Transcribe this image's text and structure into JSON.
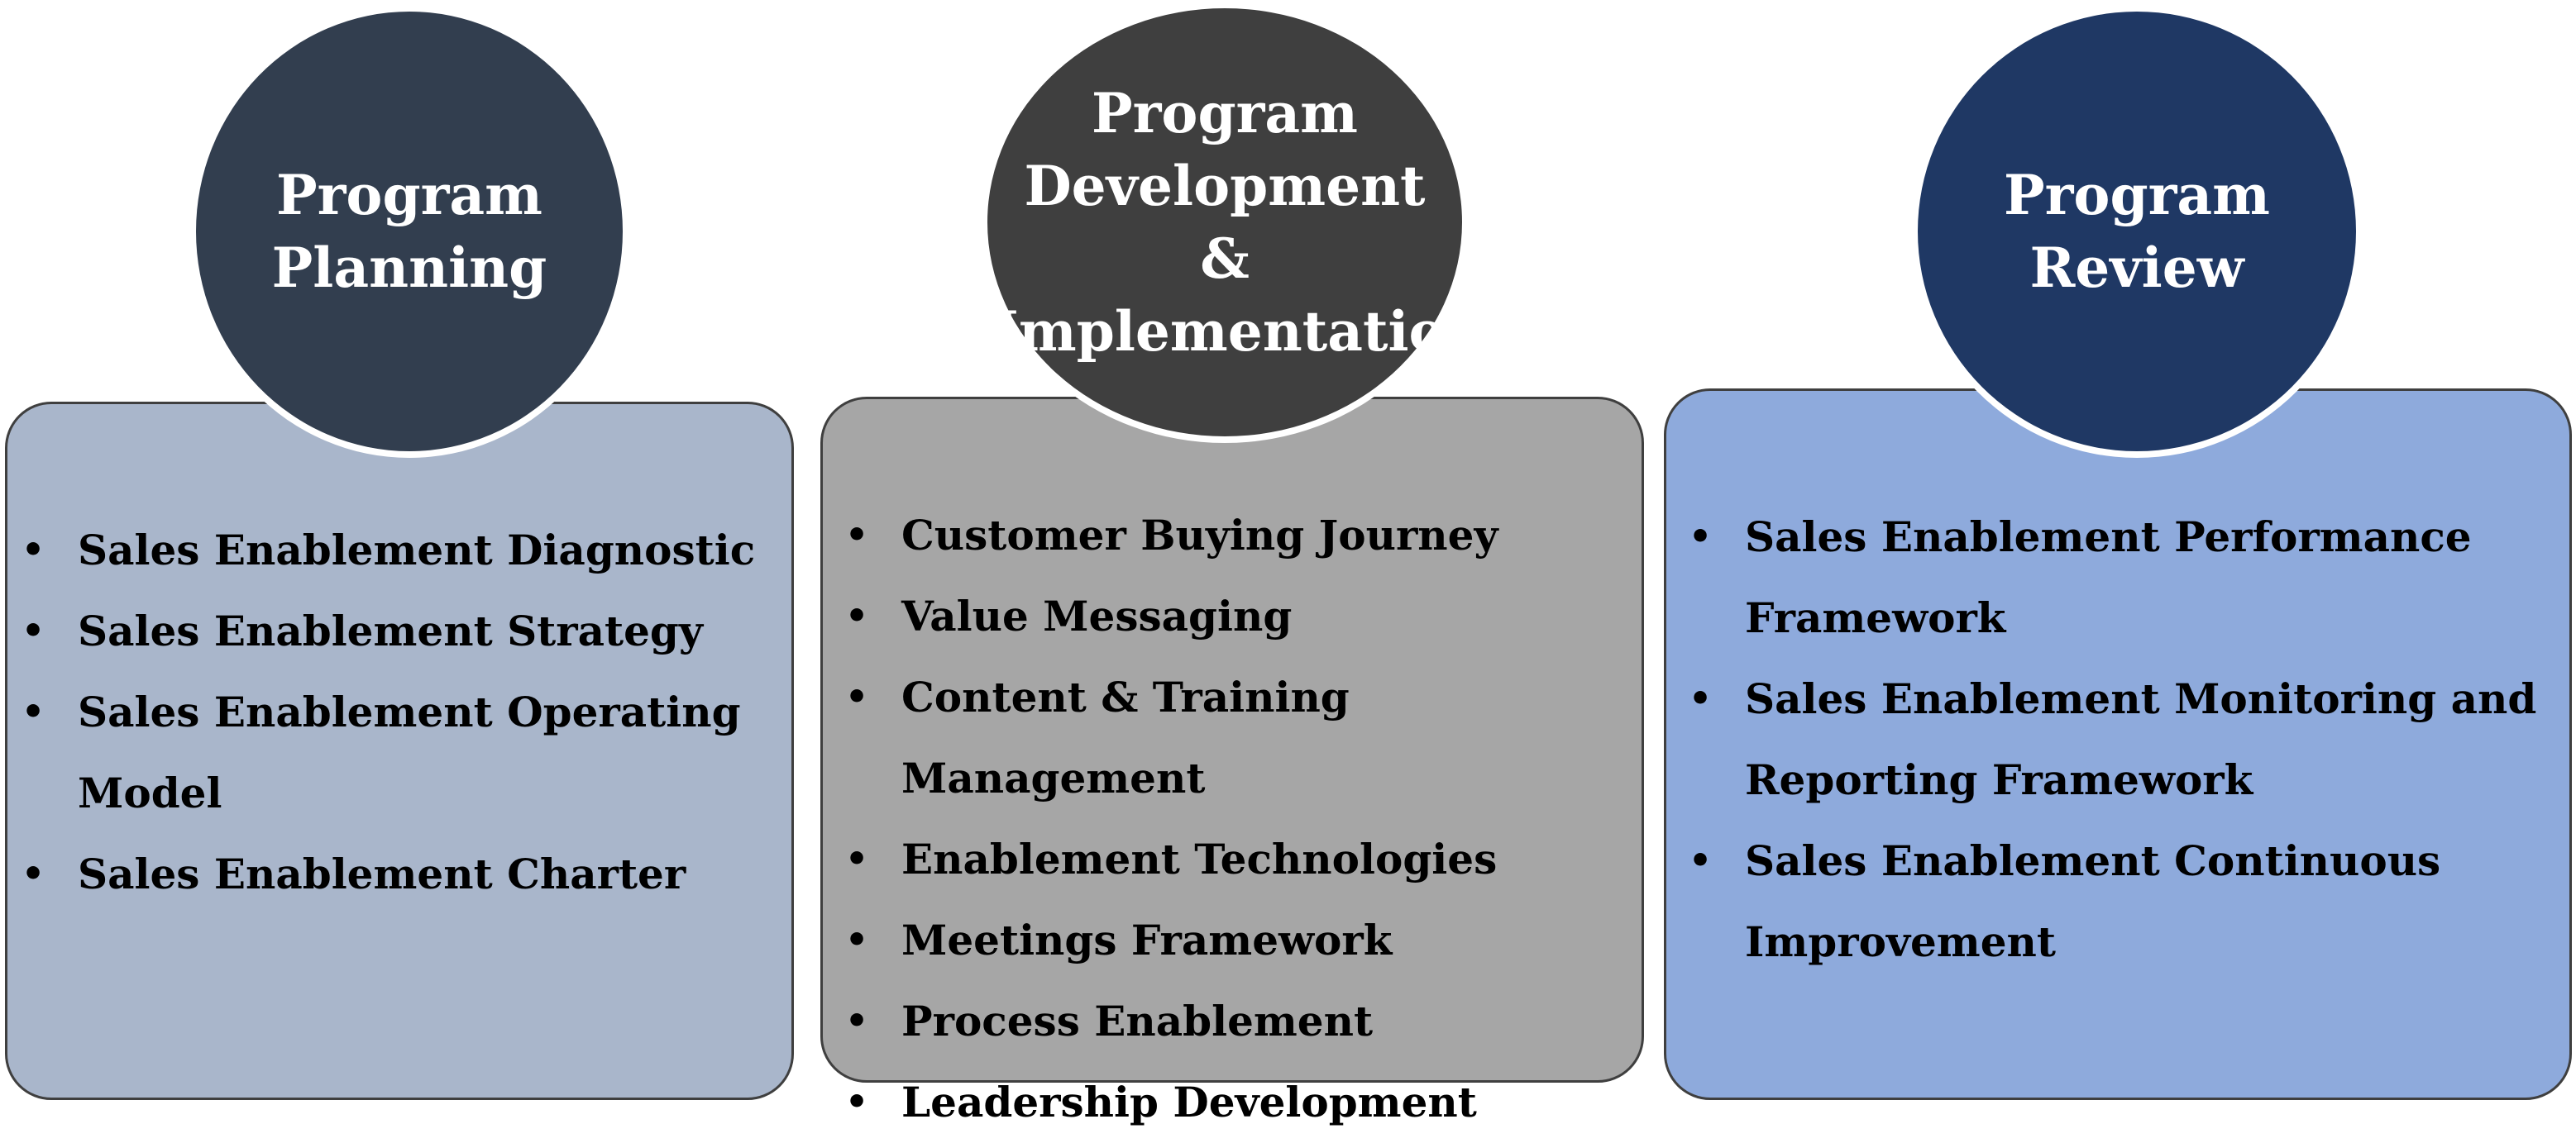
{
  "colors": {
    "circle_planning": "#323e4f",
    "circle_development": "#3f3f3f",
    "circle_review": "#1f3864",
    "panel_planning": "#a9b6cb",
    "panel_development": "#a6a6a6",
    "panel_review": "#8eaadc"
  },
  "columns": [
    {
      "title": "Program Planning",
      "items": [
        "Sales Enablement Diagnostic",
        "Sales Enablement Strategy",
        "Sales Enablement Operating Model",
        "Sales Enablement Charter"
      ]
    },
    {
      "title": "Program Development & Implementation",
      "items": [
        "Customer Buying Journey",
        "Value Messaging",
        "Content & Training Management",
        "Enablement Technologies",
        "Meetings Framework",
        "Process Enablement",
        "Leadership Development"
      ]
    },
    {
      "title": "Program Review",
      "items": [
        "Sales Enablement Performance Framework",
        "Sales Enablement Monitoring and Reporting Framework",
        "Sales Enablement Continuous Improvement"
      ]
    }
  ]
}
